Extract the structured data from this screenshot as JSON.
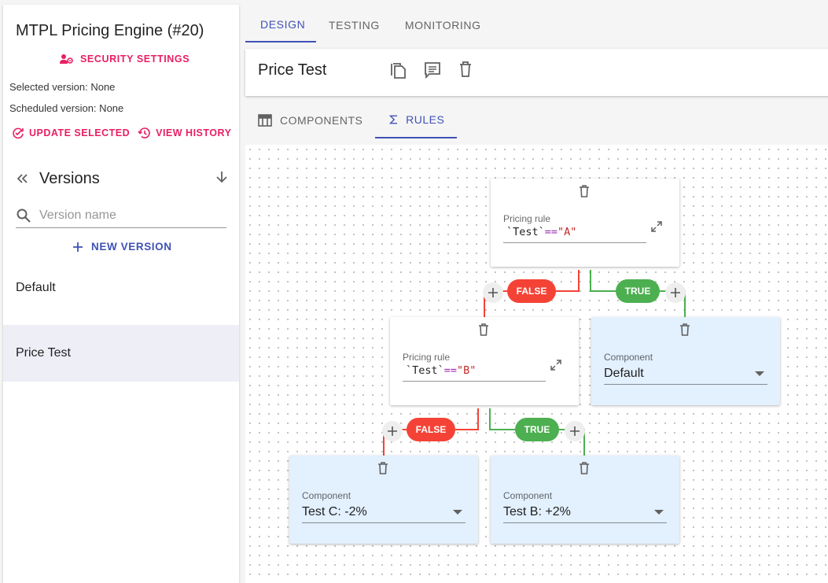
{
  "app": {
    "title": "MTPL Pricing Engine (#20)"
  },
  "sidebar": {
    "security_label": "SECURITY SETTINGS",
    "selected_version": "Selected version: None",
    "scheduled_version": "Scheduled version: None",
    "update_selected_label": "UPDATE SELECTED",
    "view_history_label": "VIEW HISTORY",
    "versions_title": "Versions",
    "search_placeholder": "Version name",
    "new_version_label": "NEW VERSION",
    "versions": [
      {
        "name": "Default"
      },
      {
        "name": "Price Test"
      }
    ]
  },
  "top_tabs": [
    {
      "label": "DESIGN"
    },
    {
      "label": "TESTING"
    },
    {
      "label": "MONITORING"
    }
  ],
  "header": {
    "name": "Price Test"
  },
  "sub_tabs": [
    {
      "label": "COMPONENTS"
    },
    {
      "label": "RULES"
    }
  ],
  "rules": {
    "root": {
      "label": "Pricing rule",
      "field": "`Test`",
      "op": "==",
      "value": "\"A\""
    },
    "rule2": {
      "label": "Pricing rule",
      "field": "`Test`",
      "op": "==",
      "value": "\"B\""
    },
    "comp_default": {
      "label": "Component",
      "value": "Default"
    },
    "comp_c": {
      "label": "Component",
      "value": "Test C: -2%"
    },
    "comp_b": {
      "label": "Component",
      "value": "Test B: +2%"
    },
    "false_label": "FALSE",
    "true_label": "TRUE"
  },
  "colors": {
    "primary": "#3f51b5",
    "accent": "#e91e63",
    "false": "#f44336",
    "true": "#4caf50",
    "component_bg": "#e3f0fd"
  }
}
